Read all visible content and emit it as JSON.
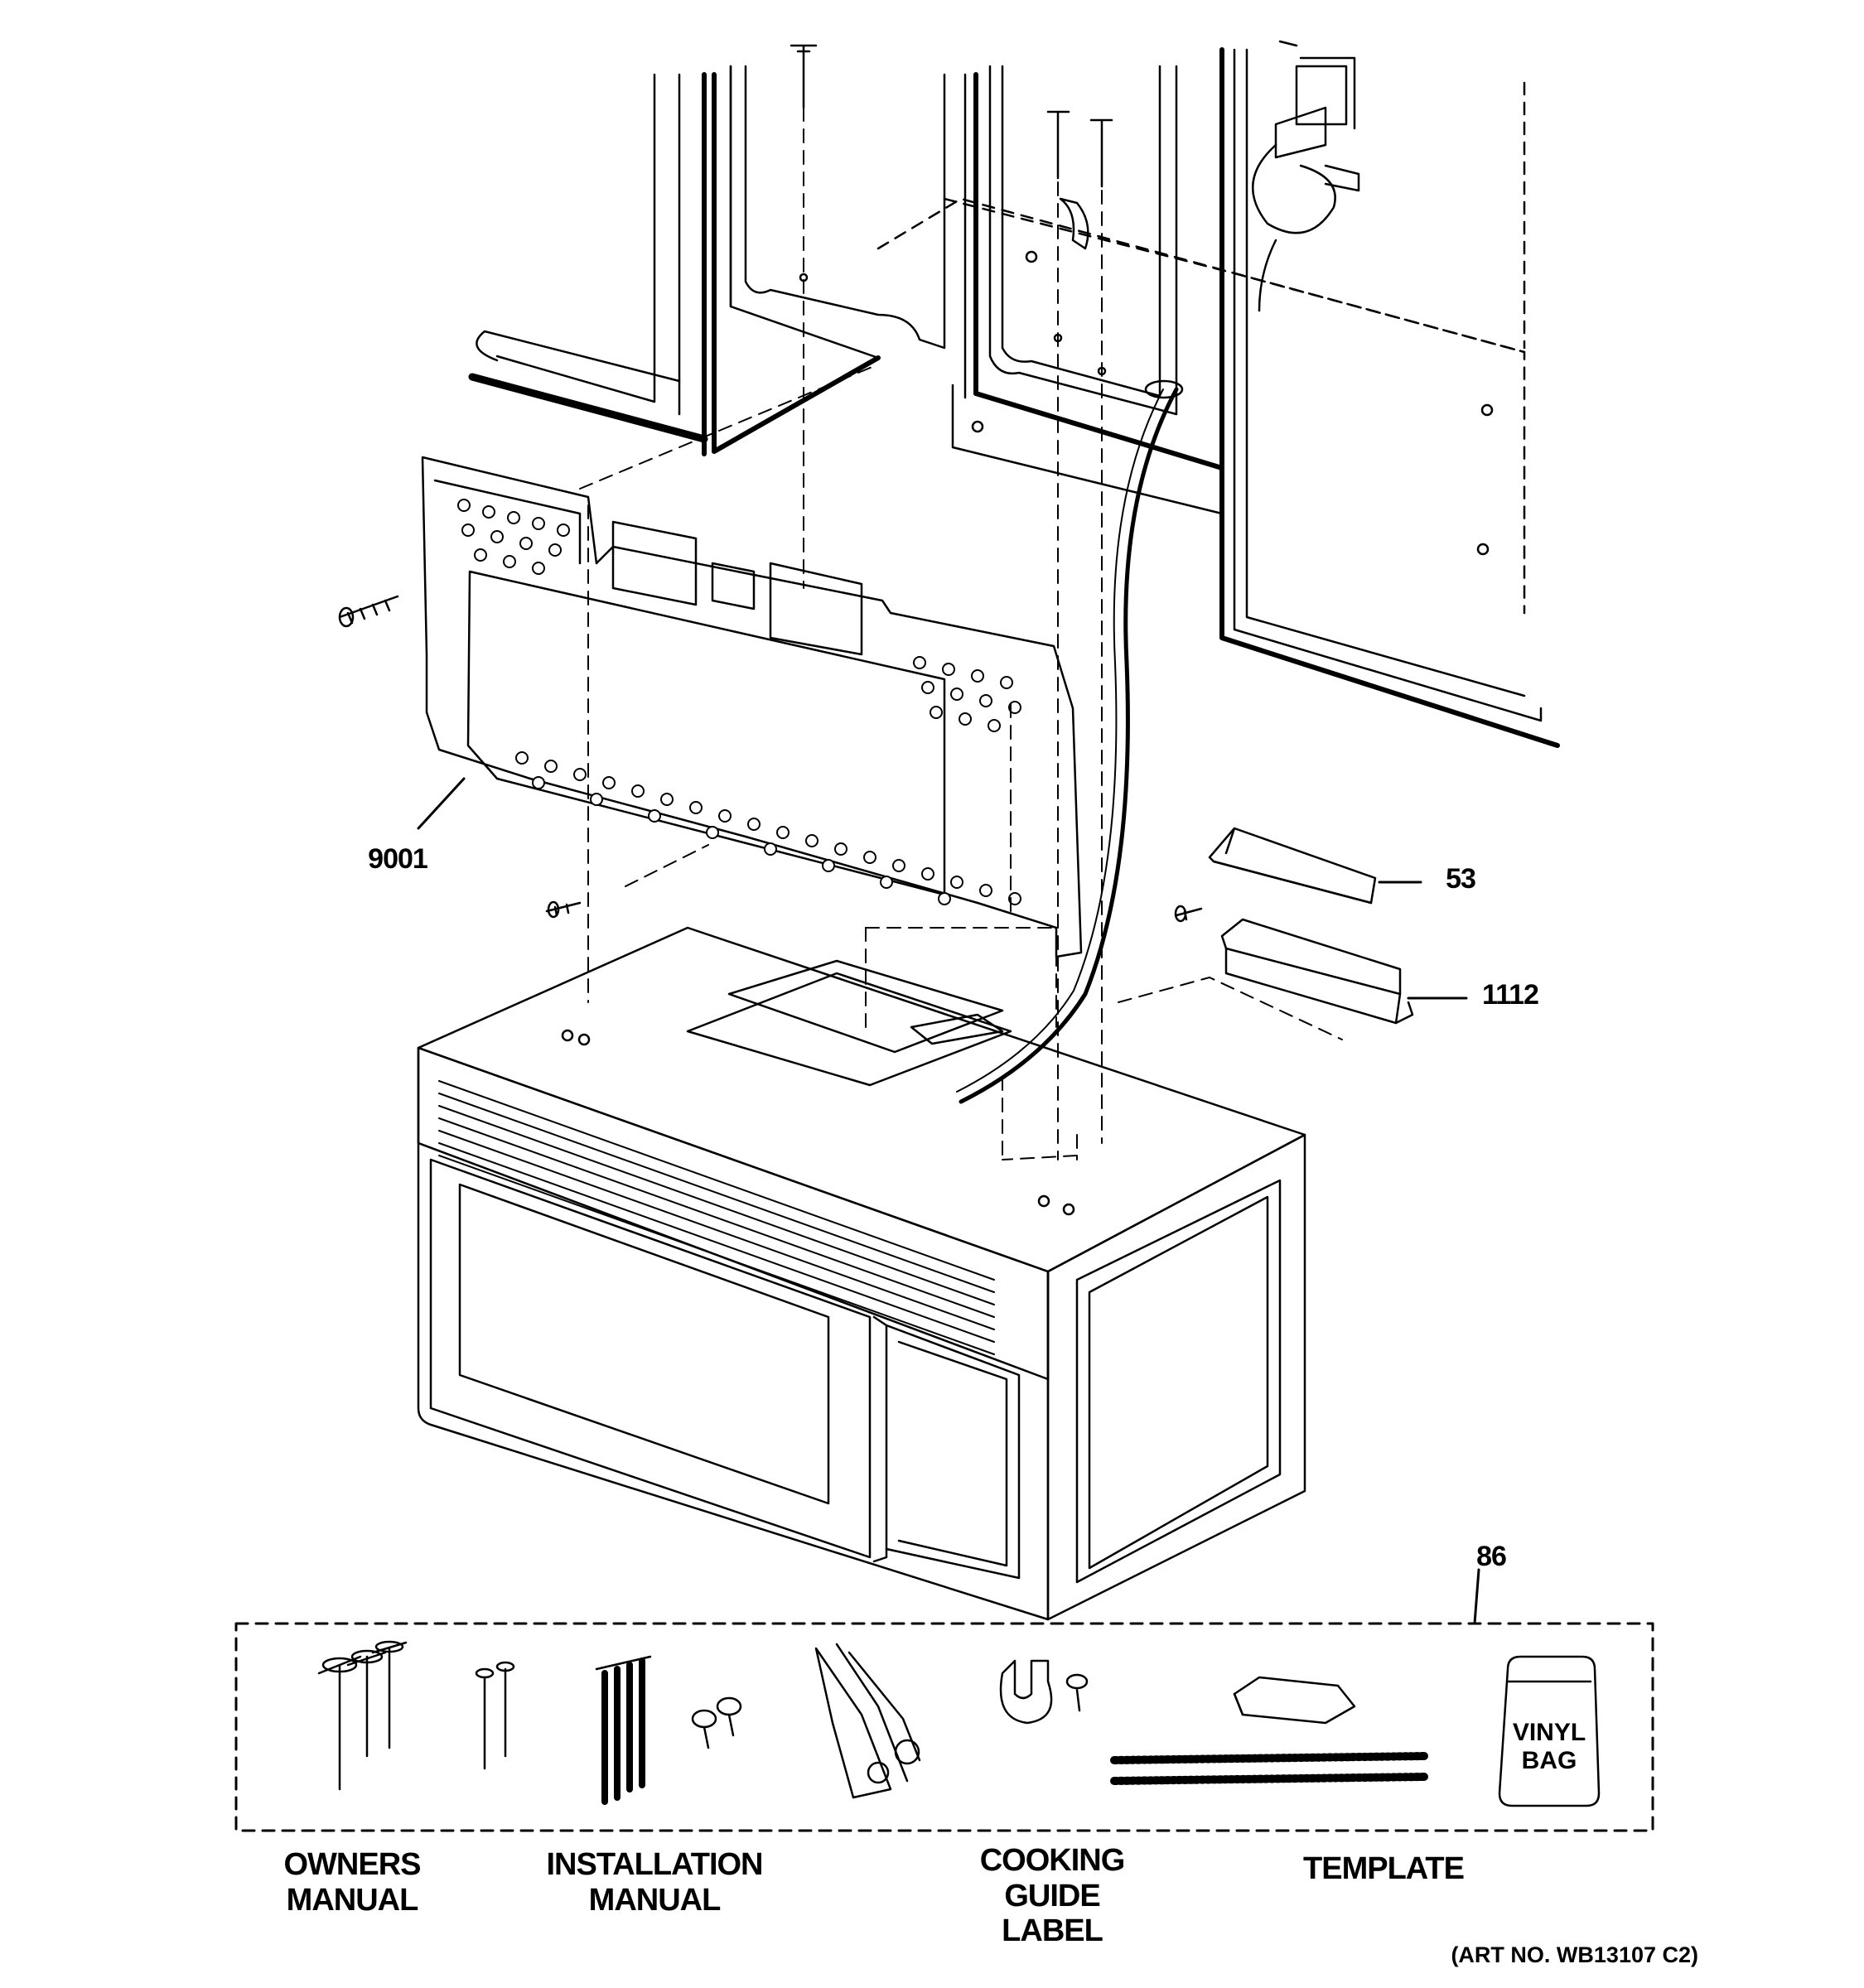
{
  "callouts": {
    "bracket": "9001",
    "damper": "53",
    "bracket_box": "1112",
    "kit": "86"
  },
  "kit_items": {
    "owners_manual": "OWNERS\nMANUAL",
    "installation_manual": "INSTALLATION\nMANUAL",
    "cooking_guide_label": "COOKING\nGUIDE\nLABEL",
    "template": "TEMPLATE",
    "vinyl_bag": "VINYL\nBAG"
  },
  "art_number": "(ART NO. WB13107 C2)",
  "colors": {
    "ink": "#000000",
    "paper": "#ffffff"
  }
}
